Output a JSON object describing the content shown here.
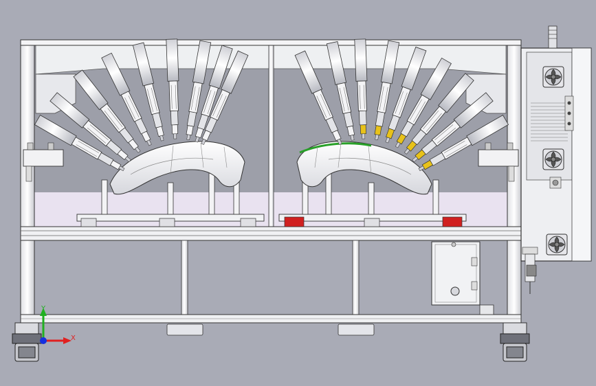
{
  "viewport": {
    "background": "#a9abb6"
  },
  "axis_triad": {
    "x_label": "X",
    "y_label": "Y",
    "x_color": "#e02020",
    "y_color": "#20b020",
    "origin_color": "#1530e0"
  },
  "colors": {
    "frame": "#f2f3f5",
    "frame_edge": "#3a3a3a",
    "cabinet_bg": "#9a9ca8",
    "fixture_base": "#e9e2f0",
    "actuator_body": "#f4f4f6",
    "actuator_tip_yellow": "#e8c21a",
    "clamp_red": "#d02020",
    "fan_guard": "#d8d8de"
  },
  "components": {
    "fans": [
      "top-fan-icon",
      "middle-fan-icon",
      "bottom-fan-icon"
    ],
    "left_fixture": "left-part-fixture",
    "right_fixture": "right-part-fixture"
  }
}
